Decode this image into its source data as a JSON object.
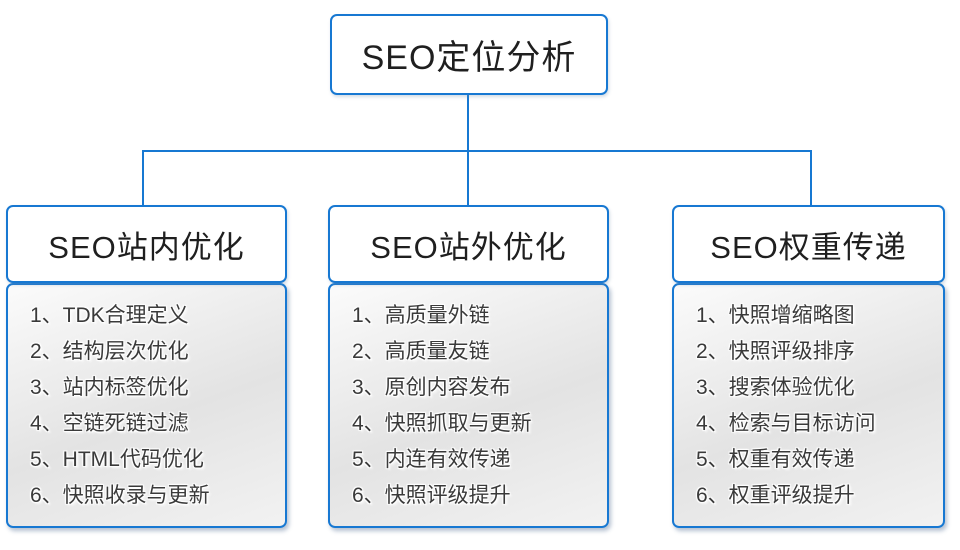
{
  "colors": {
    "accent": "#1778d2",
    "header_text": "#1f1f1f",
    "list_text": "#3a3a3a",
    "list_bg_top": "#fbfbfb",
    "list_bg_bottom": "#e3e3e3"
  },
  "root": {
    "title": "SEO定位分析"
  },
  "branches": [
    {
      "title": "SEO站内优化",
      "items": [
        "1、TDK合理定义",
        "2、结构层次优化",
        "3、站内标签优化",
        "4、空链死链过滤",
        "5、HTML代码优化",
        "6、快照收录与更新"
      ]
    },
    {
      "title": "SEO站外优化",
      "items": [
        "1、高质量外链",
        "2、高质量友链",
        "3、原创内容发布",
        "4、快照抓取与更新",
        "5、内连有效传递",
        "6、快照评级提升"
      ]
    },
    {
      "title": "SEO权重传递",
      "items": [
        "1、快照增缩略图",
        "2、快照评级排序",
        "3、搜索体验优化",
        "4、检索与目标访问",
        "5、权重有效传递",
        "6、权重评级提升"
      ]
    }
  ]
}
